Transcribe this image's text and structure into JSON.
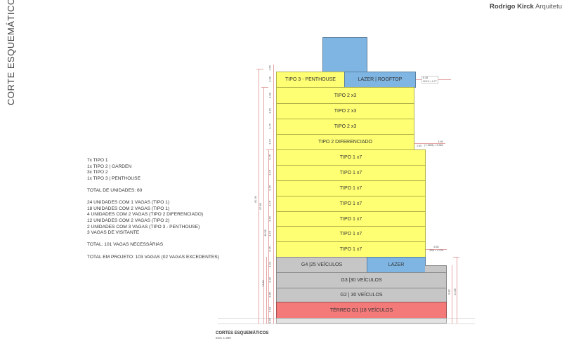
{
  "page": {
    "side_title": "CORTE ESQUEMÁTICO",
    "brand_bold": "Rodrigo Kirck",
    "brand_light": "Arquitetu"
  },
  "notes": {
    "units": [
      "7x TIPO 1",
      "1x TIPO 2 | GARDEN",
      "3x TIPO 2",
      "1x TIPO 3 | PENTHOUSE"
    ],
    "total_units": "TOTAL DE UNIDADES: 60",
    "parking": [
      "24 UNIDADES COM 1 VAGAS (TIPO 1)",
      "18 UNIDADES COM 2 VAGAS (TIPO 1)",
      "4 UNIDADES COM 2 VAGAS (TIPO 2 DIFERENCIADO)",
      "12 UNIDADES COM 2 VAGAS (TIPO 2)",
      "2 UNIDADES COM 3 VAGAS (TIPO 3 - PENTHOUSE)",
      "3 VAGAS DE VISITANTE"
    ],
    "total_required": "TOTAL: 101 VAGAS NECESSÁRIAS",
    "total_project": "TOTAL EM PROJETO: 103 VAGAS (02 VAGAS EXCEDENTES)"
  },
  "section": {
    "penthouse": "TIPO 3 - PENTHOUSE",
    "rooftop": "LAZER | ROOFTOP",
    "tipo2": [
      "TIPO 2 x3",
      "TIPO 2 x3",
      "TIPO 2 x3"
    ],
    "tipo2_dif": "TIPO 2 DIFERENCIADO",
    "tipo1": [
      "TIPO 1 x7",
      "TIPO 1 x7",
      "TIPO 1 x7",
      "TIPO 1 x7",
      "TIPO 1 x7",
      "TIPO 1 x7",
      "TIPO 1 x7"
    ],
    "g4": "G4 |25 VEÍCULOS",
    "g4_lazer": "LAZER",
    "g3": "G3 |30 VEÍCULOS",
    "g2": "G2 | 30 VEÍCULOS",
    "terreo": "TÉRREO G1 |18 VEÍCULOS"
  },
  "dimensions": {
    "total_height": "81.00",
    "upper_height": "67.80",
    "mid_height": "38.58",
    "base_height": "13.80",
    "right_base_a": "9.82",
    "right_base_b": "14.85",
    "floor_heights": [
      "1.50",
      "3.08",
      "3.08",
      "3.15",
      "3.15",
      "3.15",
      "3.15",
      "3.15",
      "3.15",
      "3.15",
      "3.15",
      "3.15",
      "3.15",
      "3.33",
      "3.33",
      "2.85",
      "3.52",
      "0.45"
    ],
    "setback_top": "6.38",
    "setback_top_note": "H/3.5 = 4.77",
    "setback_mid_left": "1.50",
    "setback_mid": "4.58",
    "setback_mid_note": "(7.1665) = 5.383",
    "setback_low": "6.58",
    "setback_low_note": "33/8 = 4.376"
  },
  "caption": {
    "title": "CORTES ESQUEMÁTICOS",
    "scale": "ESC 1:300"
  },
  "colors": {
    "residential": "#ffff73",
    "leisure": "#7fb5e2",
    "parking": "#c6c6c6",
    "ground_floor": "#f47a7a"
  }
}
